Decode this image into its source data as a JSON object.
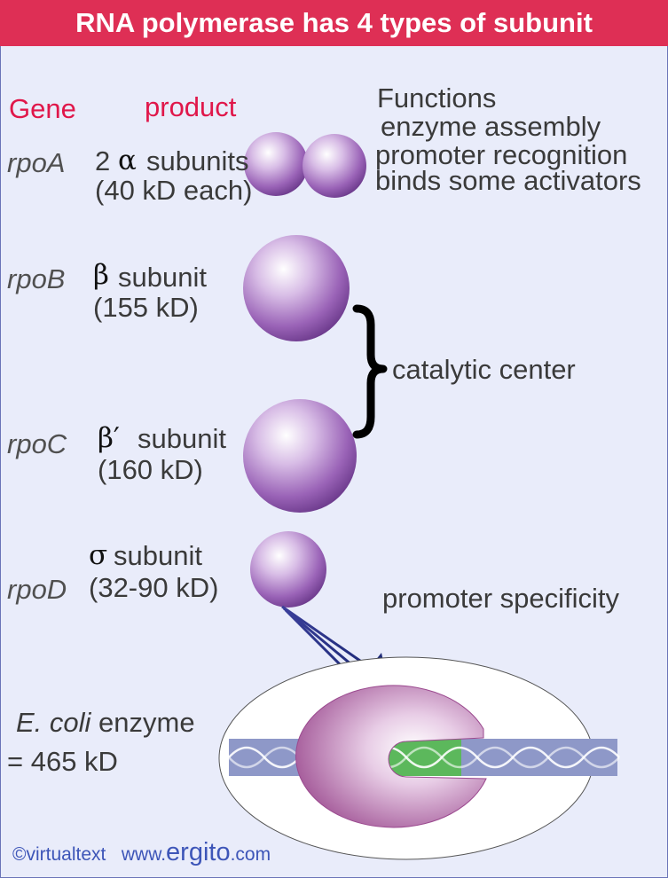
{
  "title": "RNA polymerase has 4 types of subunit",
  "headers": {
    "gene": "Gene",
    "product": "product",
    "functions": "Functions"
  },
  "functions_a": [
    "enzyme assembly",
    "promoter recognition",
    "binds some activators"
  ],
  "rows": [
    {
      "gene": "rpoA",
      "symbol": "α",
      "count": "2",
      "product": "subunits",
      "mass": "(40 kD  each)"
    },
    {
      "gene": "rpoB",
      "symbol": "β",
      "product": "subunit",
      "mass": "(155 kD)"
    },
    {
      "gene": "rpoC",
      "symbol": "β′",
      "product": "subunit",
      "mass": "(160 kD)"
    },
    {
      "gene": "rpoD",
      "symbol": "σ",
      "product": "subunit",
      "mass": "(32-90 kD)"
    }
  ],
  "catalytic": "catalytic center",
  "promoter_spec": "promoter specificity",
  "enzyme": {
    "organism": "E. coli",
    "label": "enzyme",
    "mass": "= 465 kD"
  },
  "footer": {
    "copyright": "©virtualtext",
    "www": "www.",
    "brand": "ergito",
    "tld": ".com"
  },
  "colors": {
    "title_bg": "#de2f55",
    "background": "#e9ecfa",
    "subunit": "#8a4fa8",
    "dna": "#8e98c8",
    "promoter": "#5cb85c"
  }
}
